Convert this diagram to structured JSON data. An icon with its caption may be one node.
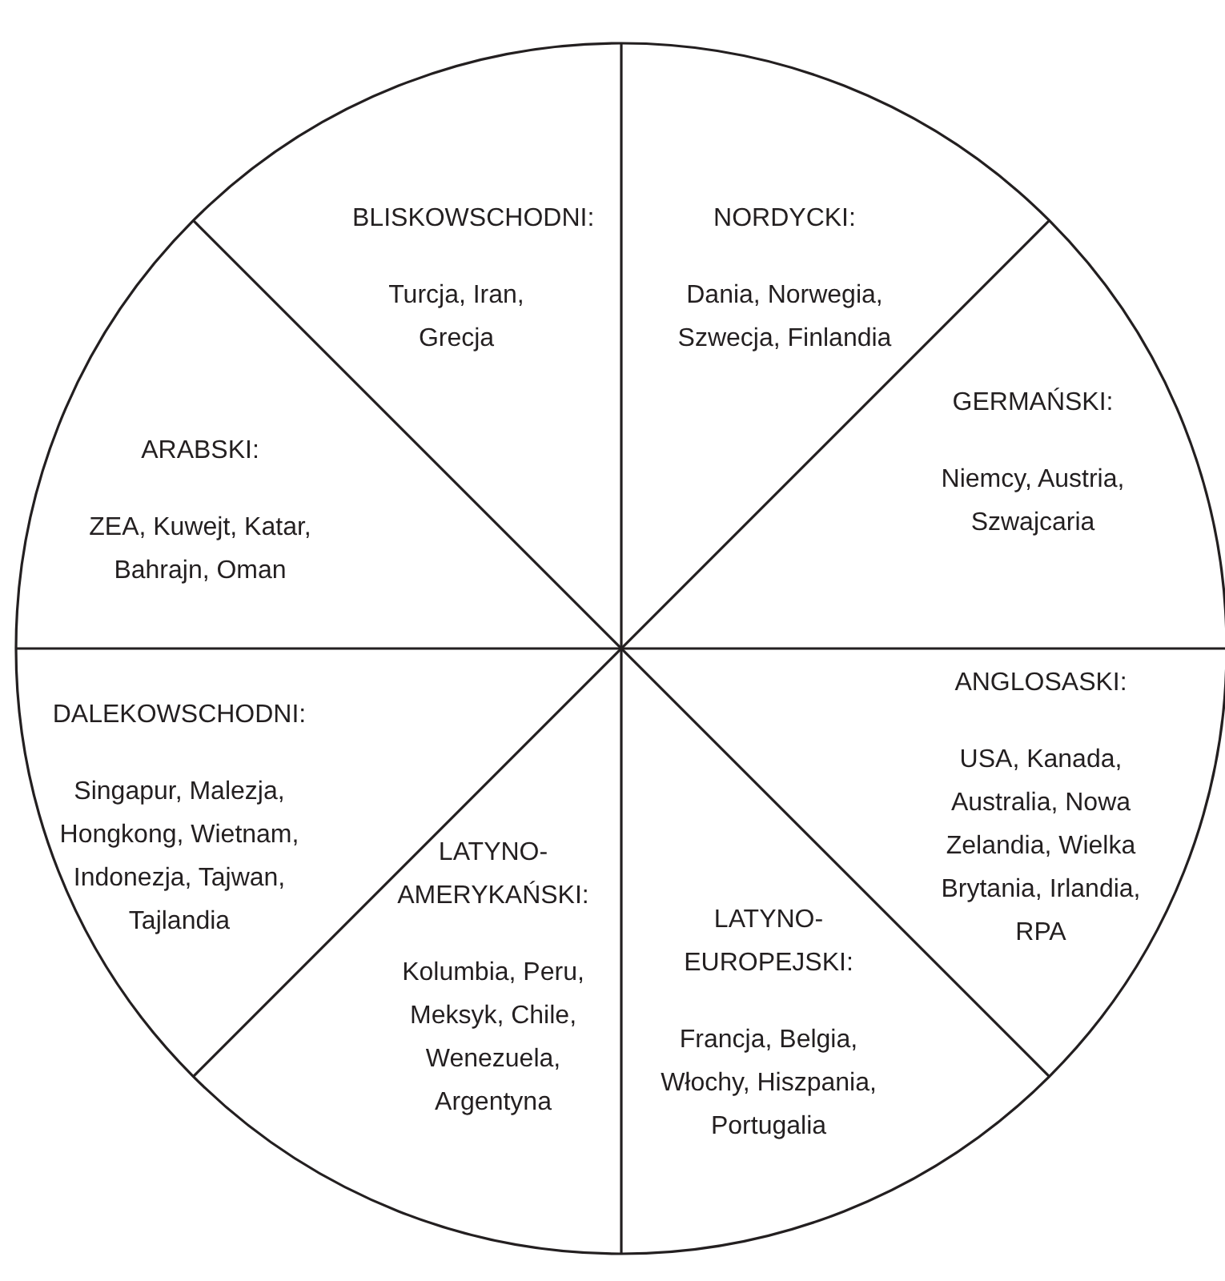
{
  "diagram": {
    "nodes": [
      {
        "text": [
          "BLISKOWSCHODNI:",
          "Turcja, Iran, Grecja"
        ]
      },
      {
        "text": [
          "NORDYCKI:",
          "Dania, Norwegia, Szwecja, Finlandia"
        ]
      },
      {
        "text": [
          "ARABSKI:",
          "ZEA, Kuwejt, Katar, Bahrajn, Oman"
        ]
      },
      {
        "text": [
          "GERMAŃSKI:",
          "Niemcy, Austria, Szwajcaria"
        ]
      },
      {
        "text": [
          "DALEKOWSCHODNI:",
          "Singapur, Malezja, Hongkong, Wietnam, Indonezja, Tajwan, Tajlandia"
        ]
      },
      {
        "text": [
          "ANGLOSASKI:",
          "USA, Kanada, Australia, Nowa Zelandia, Wielka Brytania, Irlandia, RPA"
        ]
      },
      {
        "text": [
          "LATYNO-AMERYKAŃSKI:",
          "Kolumbia, Peru, Meksyk, Chile, Wenezuela, Argentyna"
        ]
      },
      {
        "text": [
          "LATYNO-EUROPEJSKI:",
          "Francja, Belgia, Włochy, Hiszpania, Portugalia"
        ]
      }
    ]
  }
}
